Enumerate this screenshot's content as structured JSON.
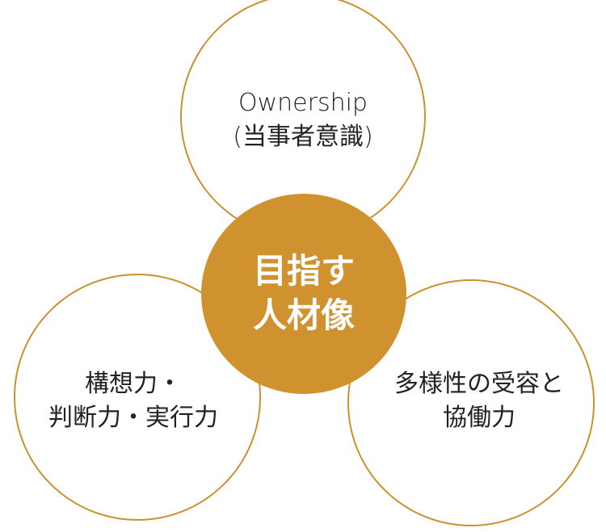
{
  "colors": {
    "accent": "#d0922e",
    "stroke": "#c9922f"
  },
  "center": {
    "line1": "目指す",
    "line2": "人材像"
  },
  "top": {
    "line1": "Ownership",
    "line2": "(当事者意識)"
  },
  "left": {
    "line1": "構想力・",
    "line2": "判断力・実行力"
  },
  "right": {
    "line1": "多様性の受容と",
    "line2": "協働力"
  }
}
